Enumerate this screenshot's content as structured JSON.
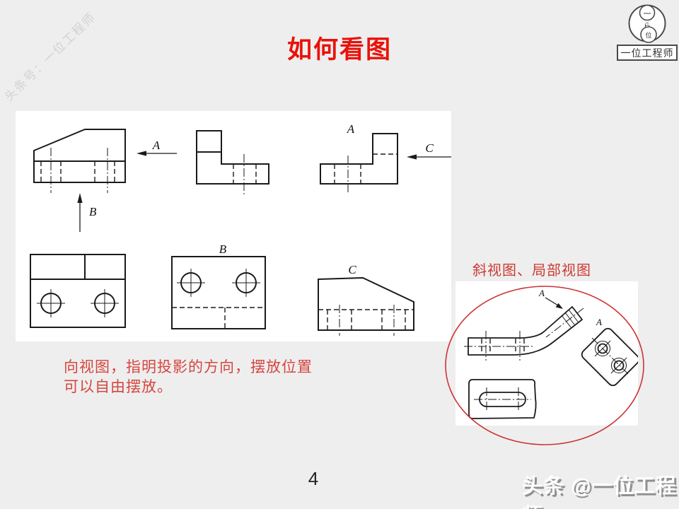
{
  "slide": {
    "title": "如何看图",
    "page_number": "4",
    "diagonal_watermark": "头条号：一位工程师",
    "bottom_watermark": "头条 @一位工程师",
    "right_annotation": "斜视图、局部视图",
    "caption": {
      "line1": "向视图，指明投影的方向，摆放位置",
      "line2": "可以自由摆放。"
    }
  },
  "logo": {
    "top_char": "一",
    "middle_char": "ら",
    "bottom_char": "位",
    "box_label": "一位工程师"
  },
  "drawing_labels": {
    "arrow_a": "A",
    "arrow_b": "B",
    "arrow_c": "C",
    "view_a": "A",
    "view_b": "B",
    "view_c": "C",
    "inset_arrow_a": "A",
    "inset_view_a": "A"
  },
  "colors": {
    "title_red": "#e8120a",
    "caption_red": "#d6453f",
    "annotation_red": "#cc3a33",
    "ellipse_red": "#cc3333",
    "background_gray": "#eeeeee",
    "line_dark": "#1a1a1a"
  }
}
